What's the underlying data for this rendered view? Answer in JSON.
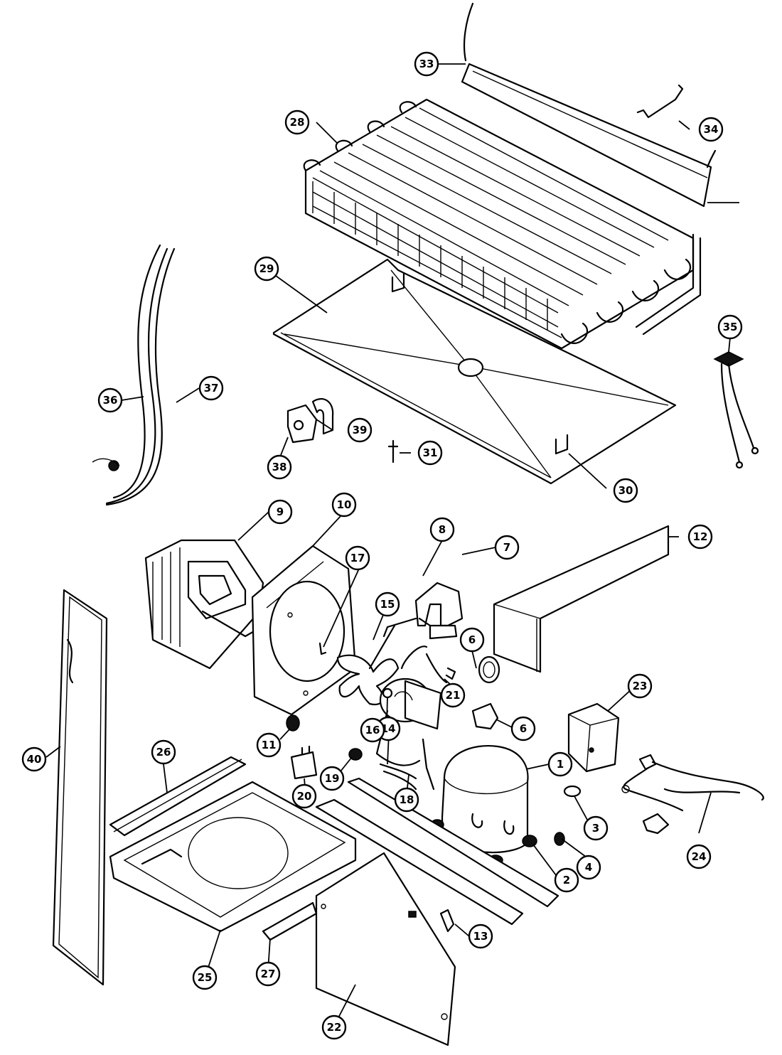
{
  "callouts": [
    {
      "id": "1",
      "label": "1"
    },
    {
      "id": "2",
      "label": "2"
    },
    {
      "id": "3",
      "label": "3"
    },
    {
      "id": "4",
      "label": "4"
    },
    {
      "id": "6a",
      "label": "6"
    },
    {
      "id": "6b",
      "label": "6"
    },
    {
      "id": "7",
      "label": "7"
    },
    {
      "id": "8",
      "label": "8"
    },
    {
      "id": "9",
      "label": "9"
    },
    {
      "id": "10",
      "label": "10"
    },
    {
      "id": "11",
      "label": "11"
    },
    {
      "id": "12",
      "label": "12"
    },
    {
      "id": "13",
      "label": "13"
    },
    {
      "id": "14",
      "label": "14"
    },
    {
      "id": "15",
      "label": "15"
    },
    {
      "id": "16",
      "label": "16"
    },
    {
      "id": "17",
      "label": "17"
    },
    {
      "id": "18",
      "label": "18"
    },
    {
      "id": "19",
      "label": "19"
    },
    {
      "id": "20",
      "label": "20"
    },
    {
      "id": "21",
      "label": "21"
    },
    {
      "id": "22",
      "label": "22"
    },
    {
      "id": "23",
      "label": "23"
    },
    {
      "id": "24",
      "label": "24"
    },
    {
      "id": "25",
      "label": "25"
    },
    {
      "id": "26",
      "label": "26"
    },
    {
      "id": "27",
      "label": "27"
    },
    {
      "id": "28",
      "label": "28"
    },
    {
      "id": "29",
      "label": "29"
    },
    {
      "id": "30",
      "label": "30"
    },
    {
      "id": "31",
      "label": "31"
    },
    {
      "id": "33",
      "label": "33"
    },
    {
      "id": "34",
      "label": "34"
    },
    {
      "id": "35",
      "label": "35"
    },
    {
      "id": "36",
      "label": "36"
    },
    {
      "id": "37",
      "label": "37"
    },
    {
      "id": "38",
      "label": "38"
    },
    {
      "id": "39",
      "label": "39"
    },
    {
      "id": "40",
      "label": "40"
    }
  ]
}
